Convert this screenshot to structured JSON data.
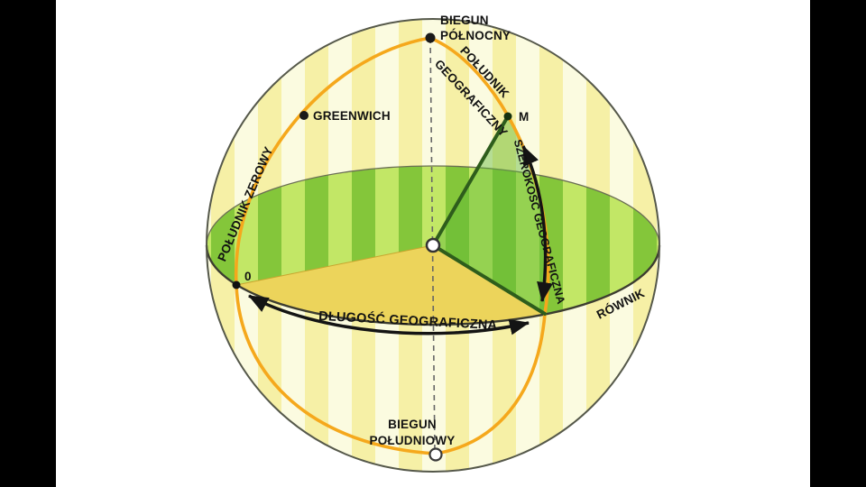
{
  "labels": {
    "north_pole": {
      "line1": "BIEGUN",
      "line2": "PÓŁNOCNY"
    },
    "south_pole": {
      "line1": "BIEGUN",
      "line2": "POŁUDNIOWY"
    },
    "greenwich": "GREENWICH",
    "point_m": "M",
    "point_zero": "0",
    "prime_meridian": "POŁUDNIK ZEROWY",
    "meridian": {
      "line1": "POŁUDNIK",
      "line2": "GEOGRAFICZNY"
    },
    "latitude": "SZEROKOŚĆ GEOGRAFICZNA",
    "longitude": "DŁUGOŚĆ GEOGRAFICZNA",
    "equator": "RÓWNIK"
  },
  "colors": {
    "side_bars": "#000000",
    "canvas": "#ffffff",
    "stripe_light": "#fcfbe0",
    "stripe_yellow": "#f6efa0",
    "equator_stripe_light": "#c2e766",
    "equator_stripe_green": "#84c63a",
    "wedge_yellow": "#ecd45b",
    "triangle_green": "#5fb838",
    "meridian_orange": "#f5a81c",
    "arrow_black": "#141414",
    "radius_dark_green": "#2e5d1c",
    "sphere_outline": "#55584a"
  }
}
